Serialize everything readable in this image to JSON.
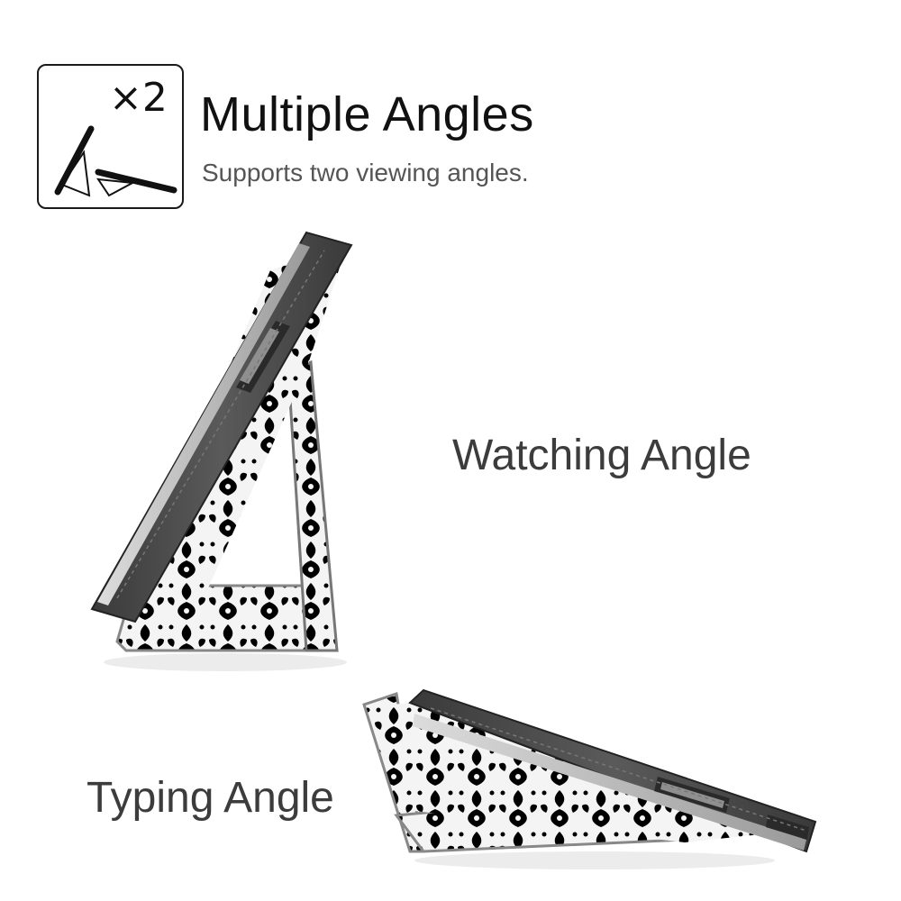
{
  "header": {
    "title": "Multiple Angles",
    "subtitle": "Supports two viewing angles.",
    "badge": {
      "icon": "two-angles-icon",
      "count_label": "×2"
    }
  },
  "labels": {
    "watching": "Watching Angle",
    "typing": "Typing Angle"
  },
  "colors": {
    "case_grey": "#4a4a4a",
    "text_dark": "#111111",
    "text_label": "#3c3c3c",
    "pattern_black": "#000000"
  }
}
